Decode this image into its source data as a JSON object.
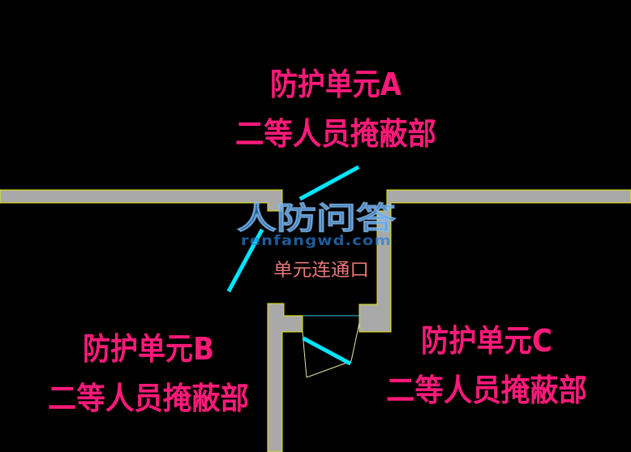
{
  "units": {
    "a": {
      "line1": "防护单元A",
      "line2": "二等人员掩蔽部"
    },
    "b": {
      "line1": "防护单元B",
      "line2": "二等人员掩蔽部"
    },
    "c": {
      "line1": "防护单元C",
      "line2": "二等人员掩蔽部"
    }
  },
  "passage": {
    "label": "单元连通口"
  },
  "watermark": {
    "cn": "人防问答",
    "en": "renfangwd.com"
  },
  "colors": {
    "background": "#000000",
    "label": "#ff1a7a",
    "passage_label": "#e87878",
    "wall_fill": "#a9a9a9",
    "wall_outline": "#e6e600",
    "door_leaf": "#00e5ff",
    "watermark": "#2a7fd6"
  }
}
